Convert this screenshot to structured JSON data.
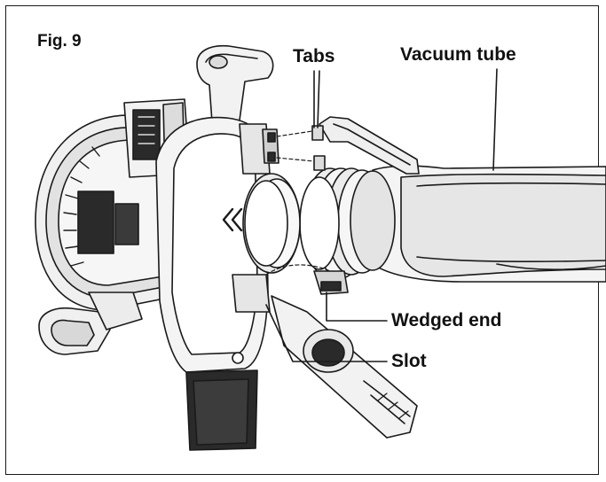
{
  "figure": {
    "label": "Fig. 9"
  },
  "callouts": {
    "tabs": "Tabs",
    "vacuum_tube": "Vacuum tube",
    "wedged_end": "Wedged end",
    "slot": "Slot"
  },
  "colors": {
    "line": "#1a1a1a",
    "fill_light": "#f2f2f2",
    "fill_mid": "#d9d9d9",
    "fill_dark": "#2a2a2a"
  }
}
